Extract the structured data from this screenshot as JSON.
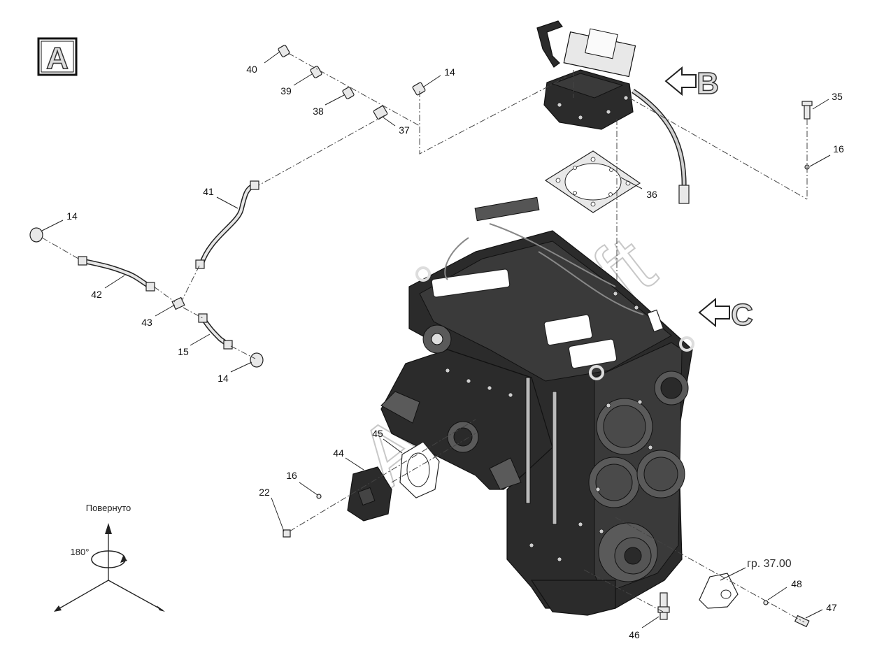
{
  "view_box_label": "A",
  "view_arrows": {
    "b": {
      "label": "B"
    },
    "c": {
      "label": "C"
    }
  },
  "rotation": {
    "label": "Повернуто",
    "angle": "180°"
  },
  "reference": "гр. 37.00",
  "watermark": "Auto Soft",
  "callouts": {
    "c14a": "14",
    "c14b": "14",
    "c14c": "14",
    "c15": "15",
    "c16a": "16",
    "c16b": "16",
    "c22": "22",
    "c35": "35",
    "c36": "36",
    "c37": "37",
    "c38": "38",
    "c39": "39",
    "c40": "40",
    "c41": "41",
    "c42": "42",
    "c43": "43",
    "c44": "44",
    "c45": "45",
    "c46": "46",
    "c47": "47",
    "c48": "48"
  }
}
